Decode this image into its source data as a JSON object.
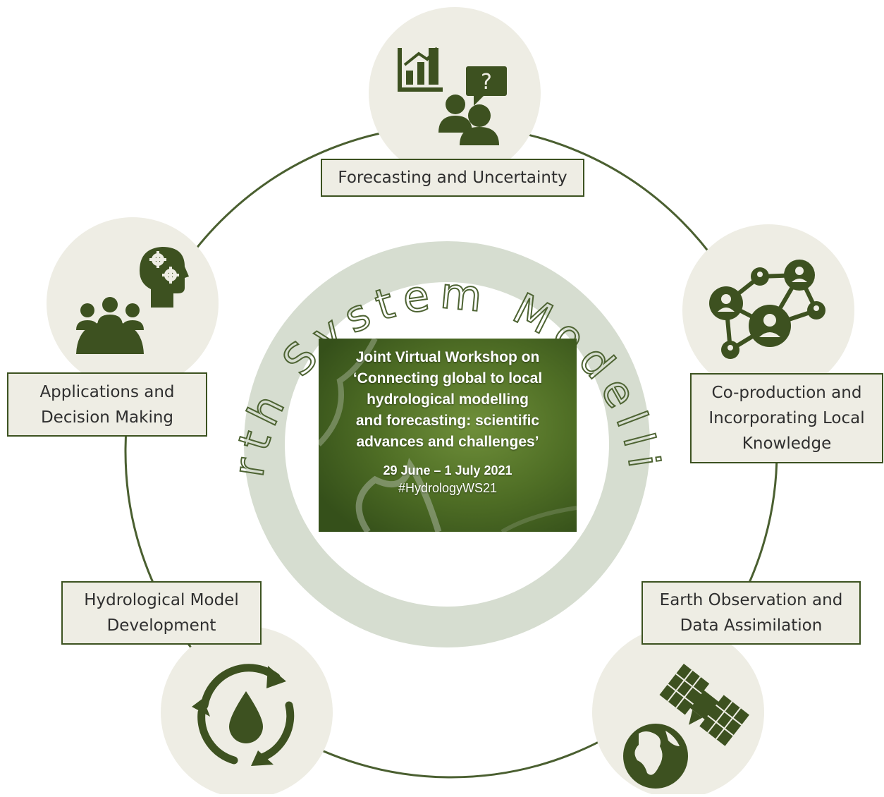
{
  "ring_title": "Earth System Modelling",
  "poster": {
    "title_lines": [
      "Joint Virtual Workshop on",
      "‘Connecting global to local",
      "hydrological modelling",
      "and forecasting: scientific",
      "advances and challenges’"
    ],
    "dates": "29 June – 1 July 2021",
    "hashtag": "#HydrologyWS21"
  },
  "themes": {
    "forecasting": {
      "lines": [
        "Forecasting and Uncertainty"
      ],
      "icon": "chart-and-question-people-icon"
    },
    "coproduction": {
      "lines": [
        "Co-production and",
        "Incorporating Local",
        "Knowledge"
      ],
      "icon": "people-network-icon"
    },
    "earth_observation": {
      "lines": [
        "Earth Observation and",
        "Data Assimilation"
      ],
      "icon": "satellite-globe-icon"
    },
    "model_development": {
      "lines": [
        "Hydrological Model",
        "Development"
      ],
      "icon": "water-cycle-icon"
    },
    "applications": {
      "lines": [
        "Applications and",
        "Decision Making"
      ],
      "icon": "meeting-and-thinking-head-icon"
    }
  },
  "colors": {
    "icon_green": "#3d5120",
    "circle_fill": "#eeede4",
    "ring_fill": "#d6ddd0",
    "outline": "#3c5220"
  }
}
